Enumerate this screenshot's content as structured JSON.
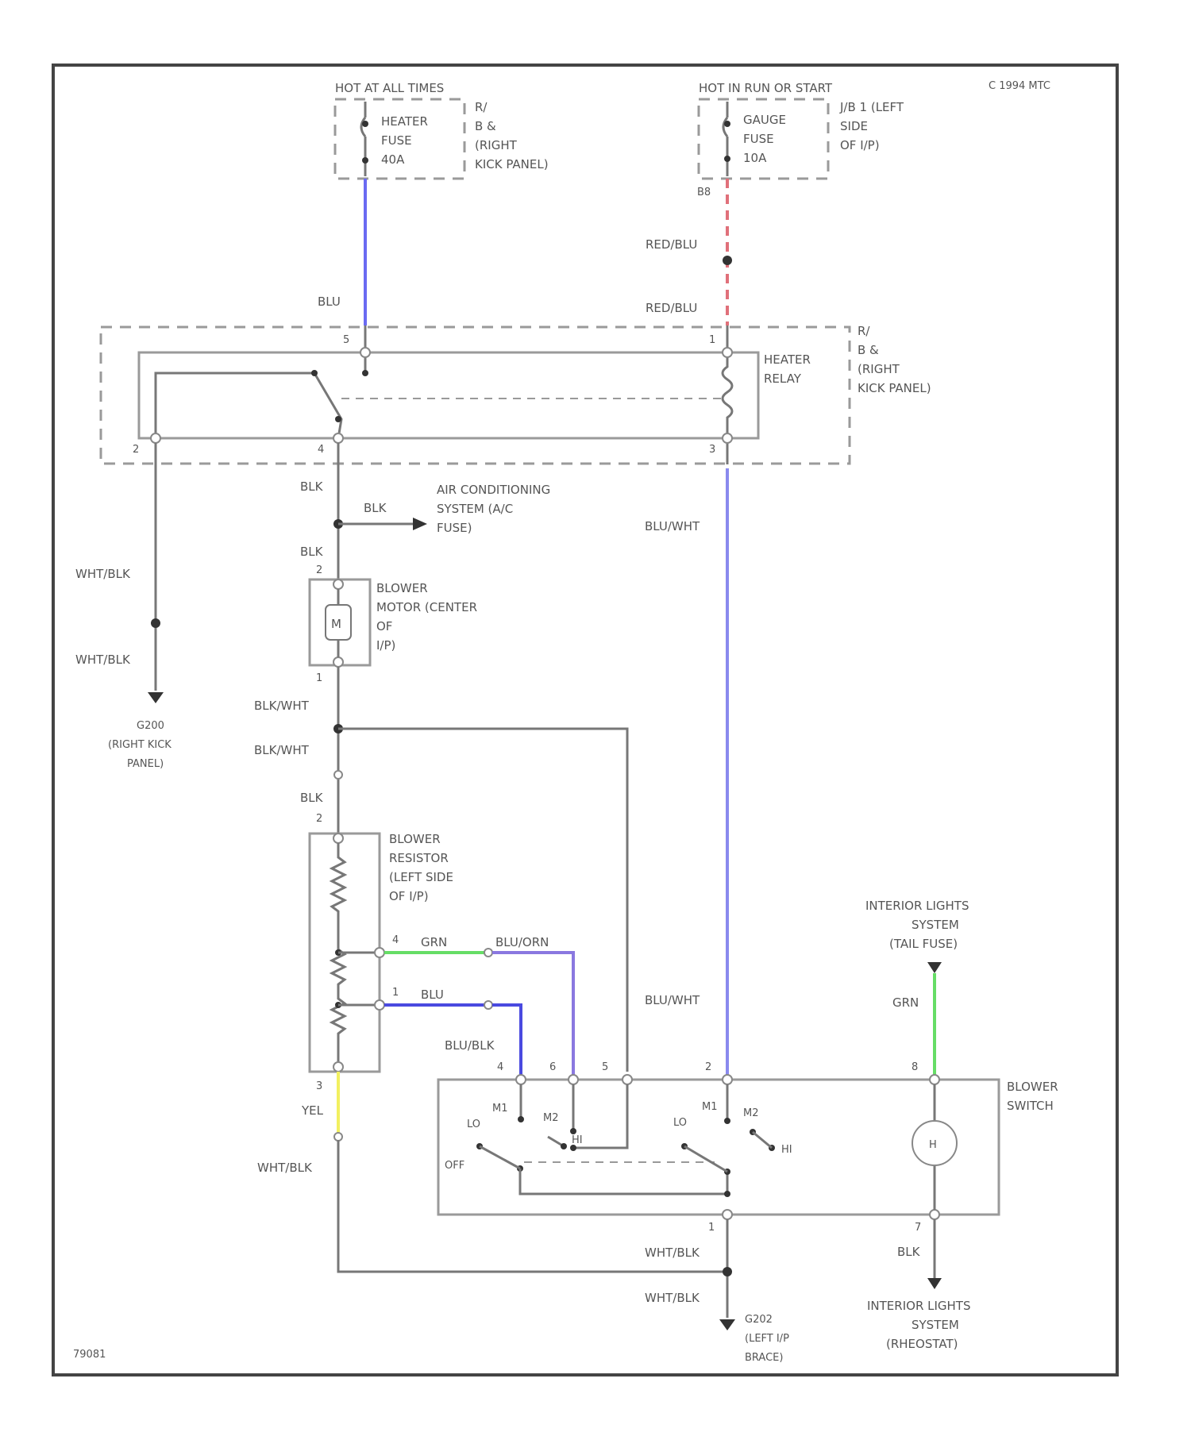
{
  "diagram": {
    "code": "C 1994 MTC",
    "figure_id": "79081",
    "colors": {
      "BLU": "#6a6af2",
      "RED_BLU": "#e0707a",
      "GRN": "#66dd66",
      "YEL": "#f2f060",
      "BLU_WHT": "#8a8aee",
      "BLU_ORN": "#8a78e0",
      "BLU_DARK": "#4a4ae0"
    },
    "hot_at_all_times": {
      "header": "HOT AT ALL TIMES",
      "fuse_label": [
        "HEATER",
        "FUSE",
        "40A"
      ],
      "location": [
        "R/",
        "B &",
        "(RIGHT",
        "KICK PANEL)"
      ]
    },
    "hot_in_run": {
      "header": "HOT IN RUN OR START",
      "fuse_label": [
        "GAUGE",
        "FUSE",
        "10A"
      ],
      "location": [
        "J/B 1 (LEFT",
        "SIDE",
        "OF I/P)"
      ],
      "pin": "B8"
    },
    "heater_relay": {
      "label": [
        "HEATER",
        "RELAY"
      ],
      "location": [
        "R/",
        "B &",
        "(RIGHT",
        "KICK PANEL)"
      ],
      "pins": {
        "p5": "5",
        "p1": "1",
        "p2": "2",
        "p4": "4",
        "p3": "3"
      }
    },
    "ac_fuse": [
      "AIR CONDITIONING",
      "SYSTEM (A/C",
      "FUSE)"
    ],
    "blower_motor": {
      "label": [
        "BLOWER",
        "MOTOR (CENTER",
        "OF",
        "I/P)"
      ],
      "symbol": "M",
      "pins": {
        "top": "2",
        "bottom": "1"
      }
    },
    "ground_g200": [
      "G200",
      "(RIGHT KICK",
      "PANEL)"
    ],
    "ground_g202": [
      "G202",
      "(LEFT I/P",
      "BRACE)"
    ],
    "blower_resistor": {
      "label": [
        "BLOWER",
        "RESISTOR",
        "(LEFT SIDE",
        "OF I/P)"
      ],
      "pins": {
        "top": "2",
        "p4": "4",
        "p1": "1",
        "bottom": "3"
      }
    },
    "interior_lights_top": [
      "INTERIOR LIGHTS",
      "SYSTEM",
      "(TAIL FUSE)"
    ],
    "interior_lights_bottom": [
      "INTERIOR LIGHTS",
      "SYSTEM",
      "(RHEOSTAT)"
    ],
    "blower_switch": {
      "label": [
        "BLOWER",
        "SWITCH"
      ],
      "pins": {
        "p4": "4",
        "p6": "6",
        "p5": "5",
        "p2": "2",
        "p8": "8",
        "p1": "1",
        "p7": "7"
      },
      "positions": {
        "off": "OFF",
        "lo": "LO",
        "m1": "M1",
        "m2": "M2",
        "hi": "HI"
      },
      "lamp": "H"
    },
    "wire_labels": {
      "blu": "BLU",
      "red_blu": "RED/BLU",
      "blk": "BLK",
      "blu_wht": "BLU/WHT",
      "wht_blk": "WHT/BLK",
      "blk_wht": "BLK/WHT",
      "grn": "GRN",
      "blu_orn": "BLU/ORN",
      "blu_blk": "BLU/BLK",
      "yel": "YEL"
    }
  }
}
